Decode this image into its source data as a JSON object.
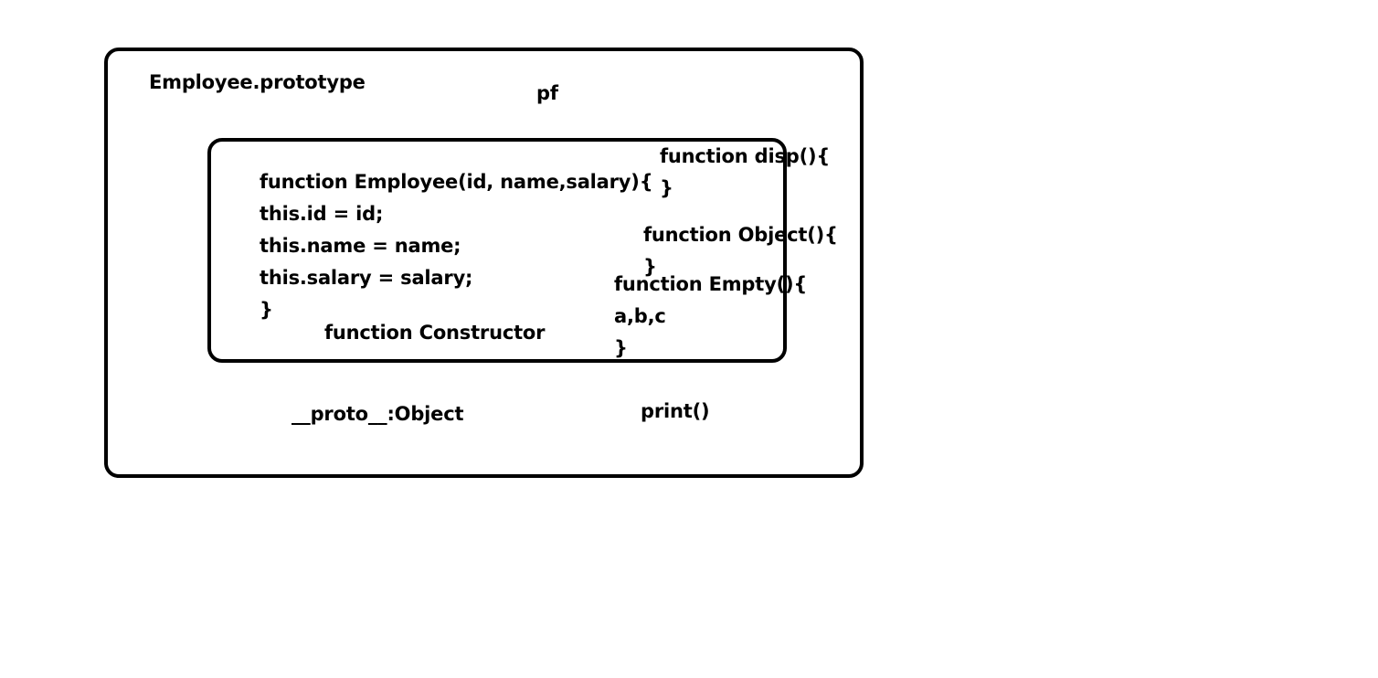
{
  "diagram": {
    "outer_title": "Employee.prototype",
    "pf_label": "pf",
    "constructor_code": [
      "function Employee(id, name,salary){",
      "this.id = id;",
      "this.name = name;",
      "this.salary = salary;",
      "}"
    ],
    "constructor_caption": "function Constructor",
    "disp_function": [
      "function disp(){",
      "}"
    ],
    "object_function": [
      "function Object(){",
      "}"
    ],
    "empty_function": [
      "function Empty(){",
      "a,b,c",
      "}"
    ],
    "proto_label": "__proto__:Object",
    "print_label": "print()"
  }
}
